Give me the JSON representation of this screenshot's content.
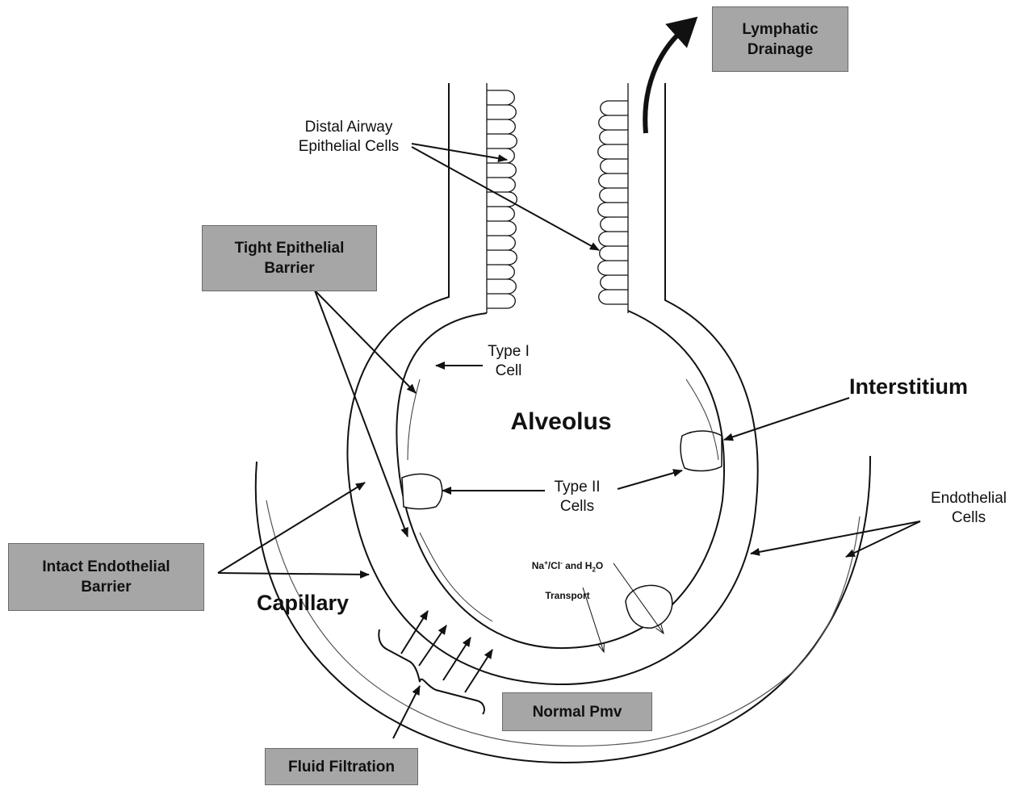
{
  "boxes": {
    "lymphatic_drainage": "Lymphatic\nDrainage",
    "tight_epithelial_barrier": "Tight Epithelial\nBarrier",
    "intact_endothelial_barrier": "Intact Endothelial\nBarrier",
    "normal_pmv": "Normal Pmv",
    "fluid_filtration": "Fluid Filtration"
  },
  "labels": {
    "distal_airway": "Distal Airway\nEpithelial Cells",
    "type_i_cell": "Type I\nCell",
    "alveolus": "Alveolus",
    "interstitium": "Interstitium",
    "type_ii_cells": "Type II\nCells",
    "endothelial_cells": "Endothelial\nCells",
    "capillary": "Capillary",
    "transport_prefix": "Na",
    "transport_plus": "+",
    "transport_cl": "/Cl",
    "transport_minus": "-",
    "transport_mid": " and H",
    "transport_sub": "2",
    "transport_o": "O",
    "transport_line2": "Transport"
  },
  "colors": {
    "box_fill": "#a6a6a6",
    "line": "#111111"
  }
}
